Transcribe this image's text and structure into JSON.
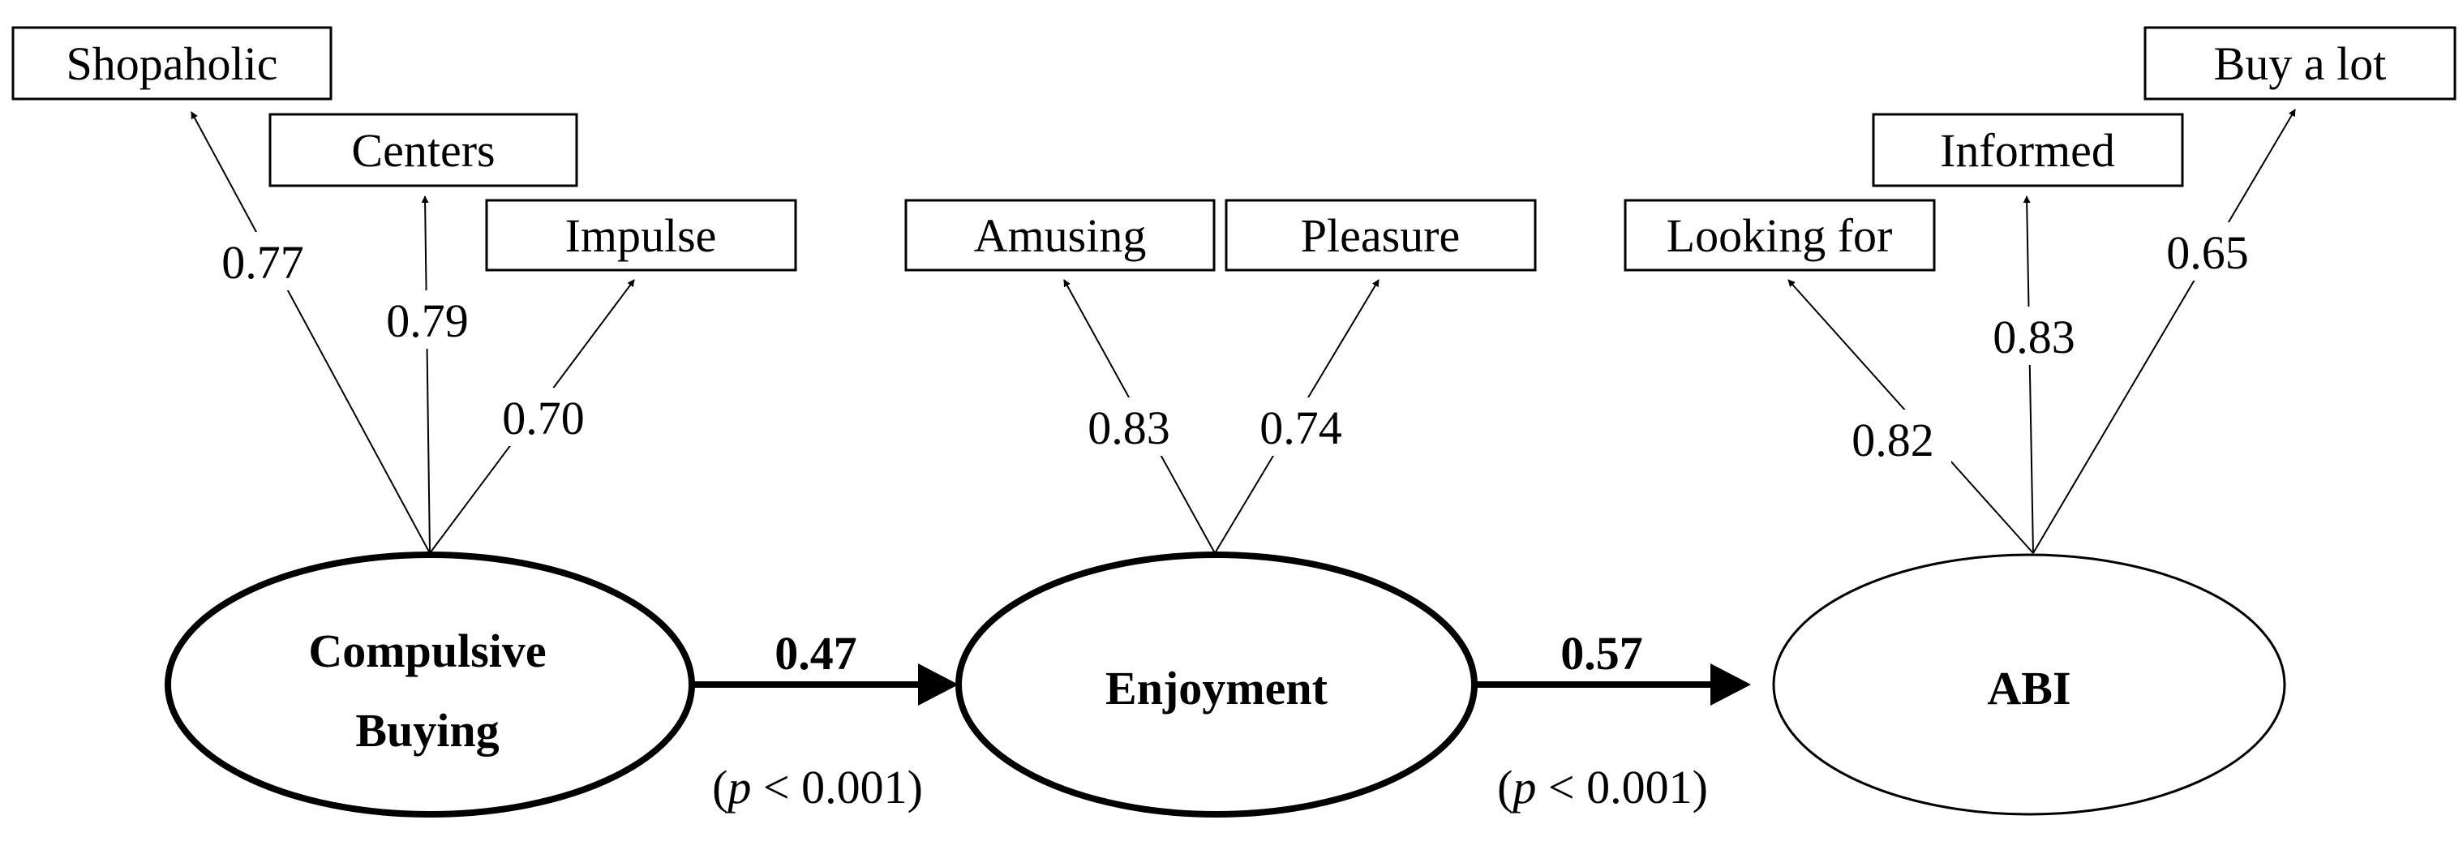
{
  "indicators": {
    "shopaholic": "Shopaholic",
    "centers": "Centers",
    "impulse": "Impulse",
    "amusing": "Amusing",
    "pleasure": "Pleasure",
    "looking_for": "Looking for",
    "informed": "Informed",
    "buy_a_lot": "Buy a lot"
  },
  "loadings": {
    "shopaholic": "0.77",
    "centers": "0.79",
    "impulse": "0.70",
    "amusing": "0.83",
    "pleasure": "0.74",
    "looking_for": "0.82",
    "informed": "0.83",
    "buy_a_lot": "0.65"
  },
  "constructs": {
    "compulsive_line1": "Compulsive",
    "compulsive_line2": "Buying",
    "enjoyment": "Enjoyment",
    "abi": "ABI"
  },
  "paths": {
    "cb_to_enjoyment": {
      "coef": "0.47",
      "p_open": "(",
      "p_symbol": "p",
      "p_rest": " < 0.001)"
    },
    "enjoyment_to_abi": {
      "coef": "0.57",
      "p_open": "(",
      "p_symbol": "p",
      "p_rest": " < 0.001)"
    }
  }
}
